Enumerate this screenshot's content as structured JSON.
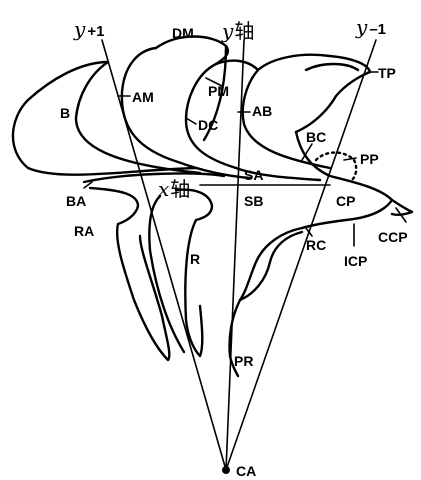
{
  "axes": {
    "y_plus": {
      "italic": "y",
      "suffix": "+1"
    },
    "y_center": {
      "italic": "y",
      "suffix": "轴"
    },
    "y_minus": {
      "italic": "y",
      "suffix": "–1"
    },
    "x": {
      "italic": "x",
      "suffix": "轴"
    }
  },
  "labels": {
    "DM": "DM",
    "TP": "TP",
    "AM": "AM",
    "PM": "PM",
    "B": "B",
    "DC": "DC",
    "AB": "AB",
    "BC": "BC",
    "PP": "PP",
    "SA": "SA",
    "BA": "BA",
    "SB": "SB",
    "CP": "CP",
    "RA": "RA",
    "RC": "RC",
    "CCP": "CCP",
    "ICP": "ICP",
    "R": "R",
    "PR": "PR",
    "CA": "CA"
  }
}
